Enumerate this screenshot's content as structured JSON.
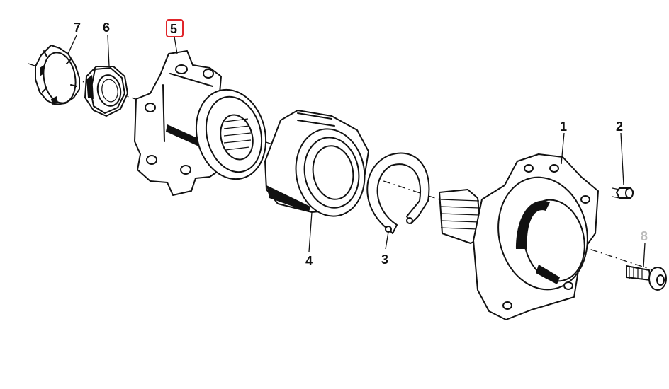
{
  "callouts": {
    "p1": "1",
    "p2": "2",
    "p3": "3",
    "p4": "4",
    "p5": "5",
    "p6": "6",
    "p7": "7",
    "p8": "8"
  },
  "colors": {
    "line": "#111111",
    "highlight": "#e0252a",
    "muted_label": "#bbbbbb",
    "background": "#ffffff"
  },
  "highlighted_part": "5",
  "muted_part": "8"
}
